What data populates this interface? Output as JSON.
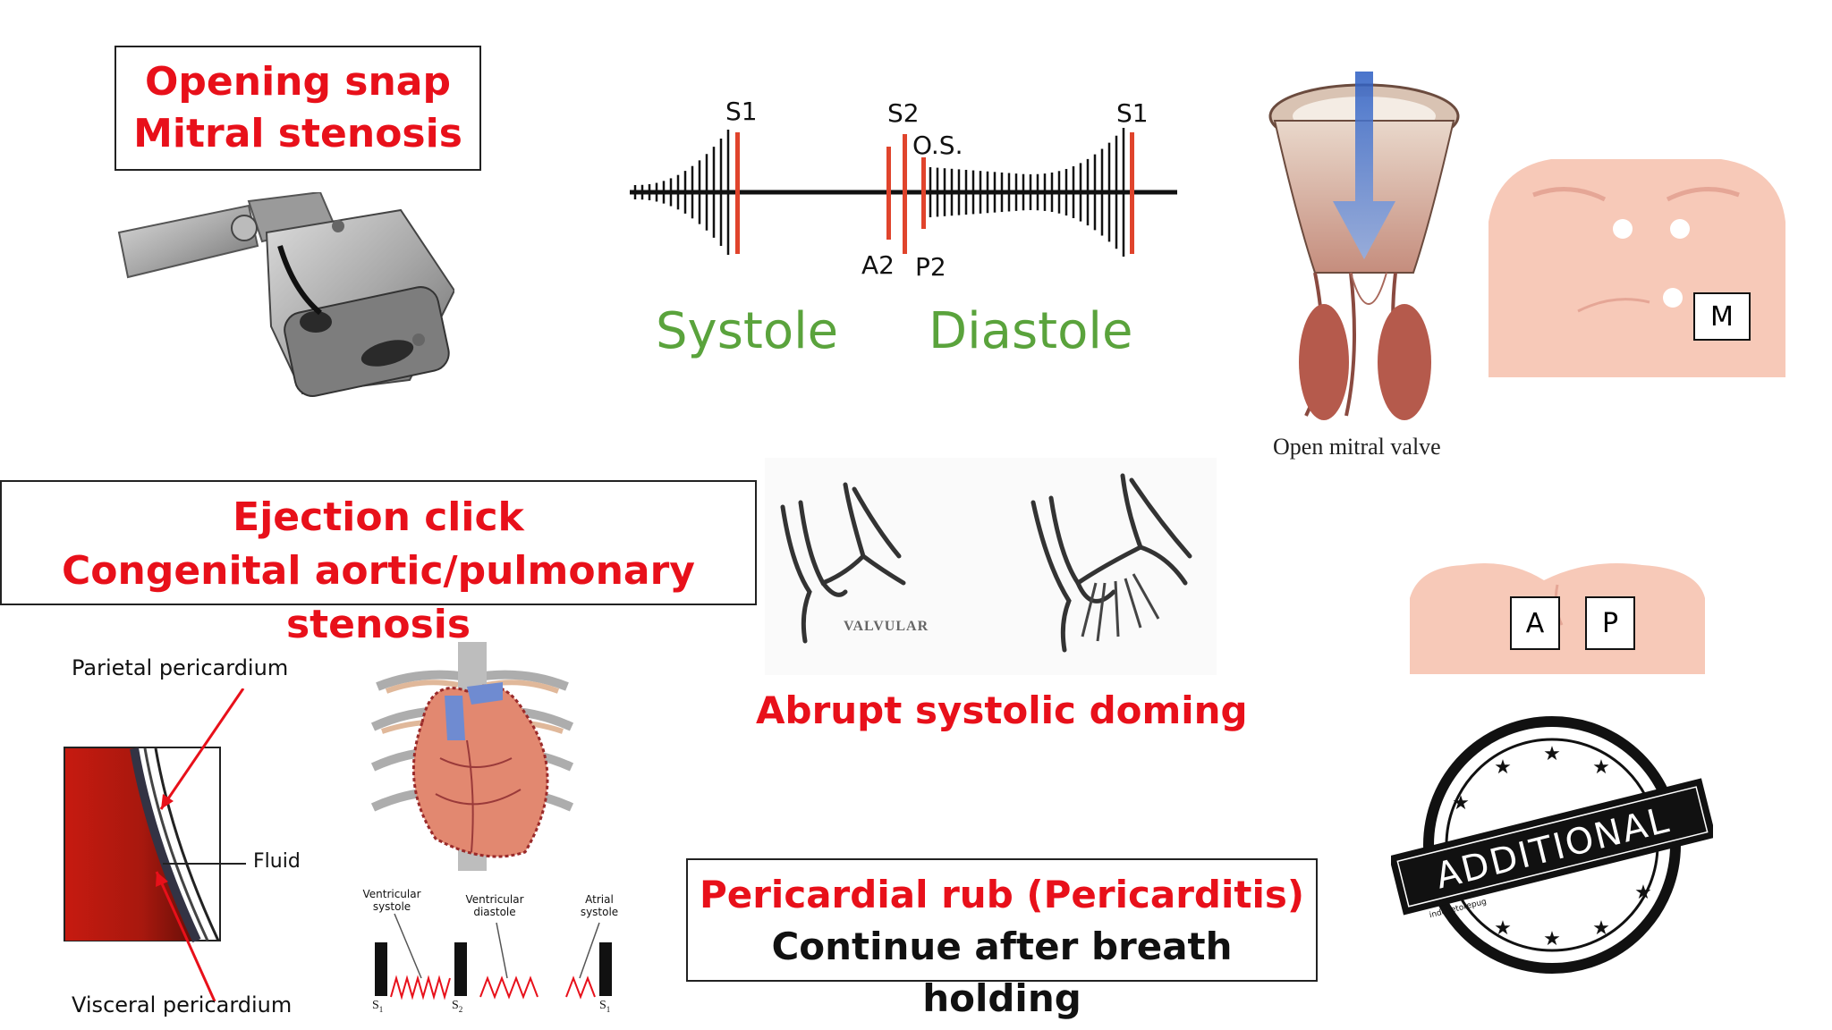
{
  "opening_snap": {
    "title": "Opening snap",
    "subtitle": "Mitral stenosis"
  },
  "phono": {
    "s1_left": "S1",
    "s2": "S2",
    "os": "O.S.",
    "s1_right": "S1",
    "a2": "A2",
    "p2": "P2",
    "systole": "Systole",
    "diastole": "Diastole",
    "colors": {
      "tick": "#111111",
      "marker": "#e0442c",
      "phase": "#5aa33c"
    }
  },
  "valve": {
    "caption": "Open mitral valve"
  },
  "auscultation": {
    "m": "M",
    "a": "A",
    "p": "P"
  },
  "ejection_click": {
    "title": "Ejection click",
    "subtitle": "Congenital aortic/pulmonary stenosis"
  },
  "doming": {
    "figure_text": "VALVULAR",
    "caption": "Abrupt systolic doming"
  },
  "pericardium": {
    "parietal": "Parietal pericardium",
    "fluid": "Fluid",
    "visceral": "Visceral pericardium"
  },
  "rub_trace": {
    "vent_systole_1": "Ventricular",
    "vent_systole_2": "systole",
    "vent_diastole_1": "Ventricular",
    "vent_diastole_2": "diastole",
    "atrial_systole_1": "Atrial",
    "atrial_systole_2": "systole",
    "s1": "S",
    "s1_sub": "1",
    "s2": "S",
    "s2_sub": "2",
    "s1b": "S",
    "s1b_sub": "1"
  },
  "pericardial_rub": {
    "title": "Pericardial rub (Pericarditis)",
    "subtitle": "Continue after breath holding"
  },
  "stamp": {
    "text": "ADDITIONAL",
    "ring_text": "indovetorepug"
  },
  "accent": {
    "red": "#e8101a",
    "green": "#5aa33c",
    "skin": "#f7c9b8"
  }
}
